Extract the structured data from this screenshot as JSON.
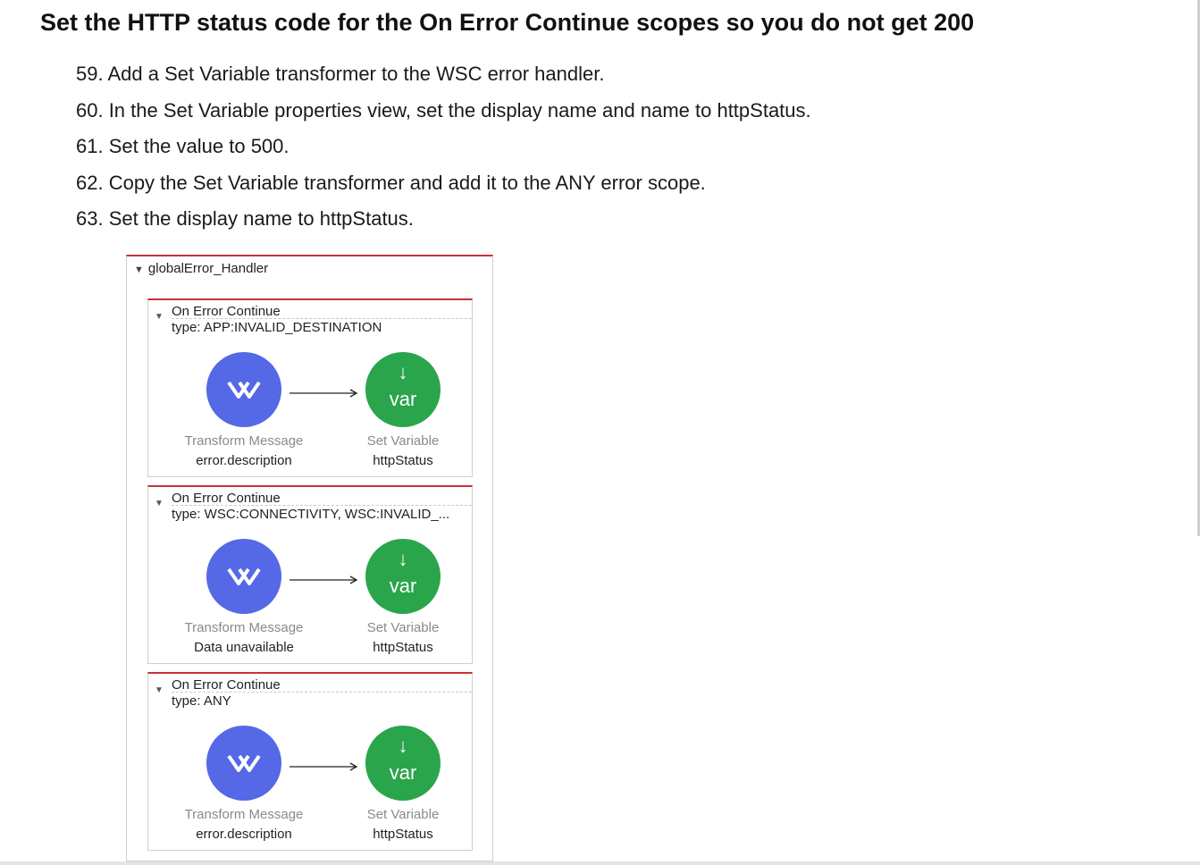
{
  "heading": "Set the HTTP status code for the On Error Continue scopes so you do not get 200",
  "steps": [
    "59. Add a Set Variable transformer to the WSC error handler.",
    "60. In the Set Variable properties view, set the display name and name to httpStatus.",
    "61. Set the value to 500.",
    "62. Copy the Set Variable transformer and add it to the ANY error scope.",
    "63. Set the display name to httpStatus."
  ],
  "handler": {
    "name": "globalError_Handler",
    "scopes": [
      {
        "title": "On Error Continue",
        "type": "type: APP:INVALID_DESTINATION",
        "transform": {
          "label": "Transform Message",
          "value": "error.description"
        },
        "setvar": {
          "label": "Set Variable",
          "value": "httpStatus",
          "icon_text": "var"
        }
      },
      {
        "title": "On Error Continue",
        "type": "type: WSC:CONNECTIVITY, WSC:INVALID_...",
        "transform": {
          "label": "Transform Message",
          "value": "Data unavailable"
        },
        "setvar": {
          "label": "Set Variable",
          "value": "httpStatus",
          "icon_text": "var"
        }
      },
      {
        "title": "On Error Continue",
        "type": "type: ANY",
        "transform": {
          "label": "Transform Message",
          "value": "error.description"
        },
        "setvar": {
          "label": "Set Variable",
          "value": "httpStatus",
          "icon_text": "var"
        }
      }
    ]
  },
  "colors": {
    "scope_accent": "#c9303a",
    "transform_node": "#5568e6",
    "setvar_node": "#2aa54b"
  }
}
